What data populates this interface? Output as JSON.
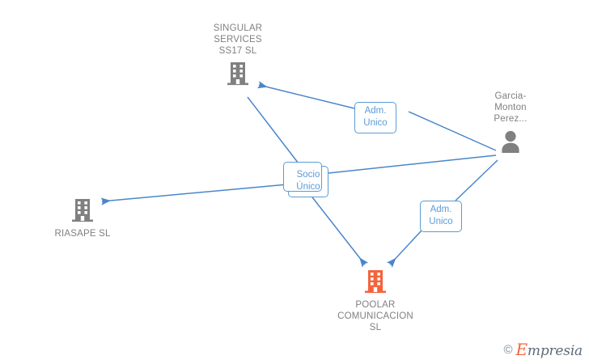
{
  "graph": {
    "nodes": [
      {
        "id": "singular",
        "label": "SINGULAR\nSERVICES\nSS17  SL",
        "icon": "office-building-icon",
        "color": "#808080",
        "label_position": "above"
      },
      {
        "id": "riasape",
        "label": "RIASAPE SL",
        "icon": "office-building-icon",
        "color": "#808080",
        "label_position": "below"
      },
      {
        "id": "poolar",
        "label": "POOLAR\nCOMUNICACION\nSL",
        "icon": "office-building-icon",
        "color": "#f4643c",
        "label_position": "below"
      },
      {
        "id": "person",
        "label": "Garcia-\nMonton\nPerez...",
        "icon": "person-icon",
        "color": "#808080",
        "label_position": "above"
      }
    ],
    "relationship_labels": [
      {
        "id": "rel-adm-unico-singular",
        "text": "Adm.\nUnico",
        "stacked": false
      },
      {
        "id": "rel-socio-unico",
        "text": "Socio\nÚnico",
        "stacked": true
      },
      {
        "id": "rel-adm-unico-poolar",
        "text": "Adm.\nUnico",
        "stacked": false
      }
    ],
    "edge_color": "#4a86c8"
  },
  "watermark": {
    "copyright": "©",
    "brand_cap": "E",
    "brand_rest": "mpresia"
  }
}
